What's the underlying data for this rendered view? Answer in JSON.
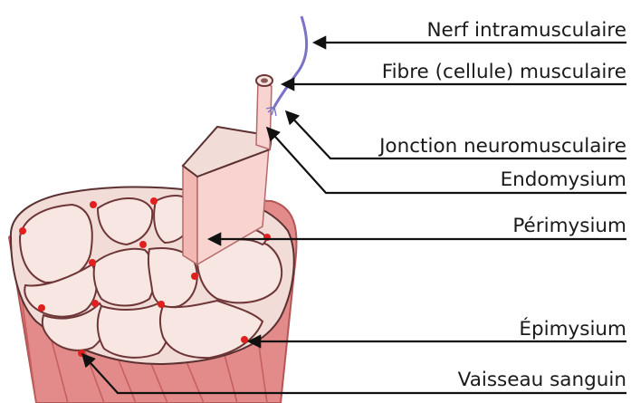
{
  "labels": {
    "nerf": "Nerf intramusculaire",
    "fibre": "Fibre (cellule) musculaire",
    "jonction": "Jonction neuromusculaire",
    "endomysium": "Endomysium",
    "perimysium": "Périmysium",
    "epimysium": "Épimysium",
    "vaisseau": "Vaisseau sanguin"
  },
  "colors": {
    "muscle": "#e28b8a",
    "fascicle": "#f7e6e2",
    "fiber": "#8a5a55",
    "vessel": "#e0201f",
    "nerve": "#7a73c9",
    "leader": "#111111"
  }
}
